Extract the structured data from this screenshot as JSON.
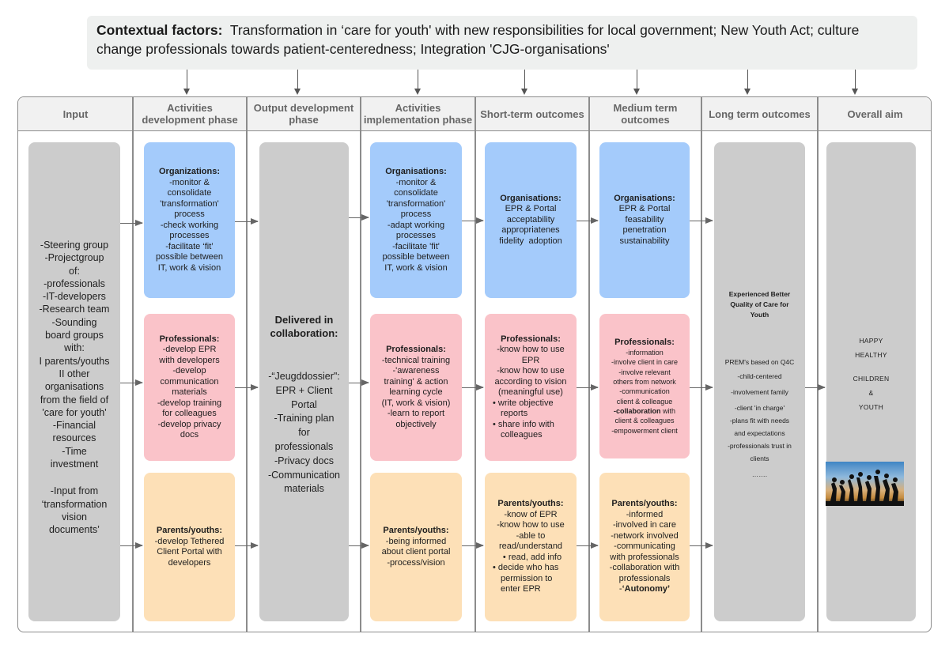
{
  "context": {
    "label": "Contextual factors:",
    "text": "Transformation in ‘care for youth' with new responsibilities for local government; New Youth Act; culture change professionals towards patient-centeredness; Integration 'CJG-organisations'"
  },
  "columns": [
    {
      "header": "Input"
    },
    {
      "header": "Activities development phase"
    },
    {
      "header": "Output development phase"
    },
    {
      "header": "Activities implementation phase"
    },
    {
      "header": "Short-term outcomes"
    },
    {
      "header": "Medium term outcomes"
    },
    {
      "header": "Long term outcomes"
    },
    {
      "header": "Overall aim"
    }
  ],
  "input": {
    "lines": [
      "-Steering group",
      "-Projectgroup",
      "of:",
      "-professionals",
      "-IT-developers",
      "-Research team",
      "-Sounding",
      "board groups",
      "with:",
      "I parents/youths",
      "II other",
      "organisations",
      "from the field of",
      "'care for youth'",
      "-Financial",
      "resources",
      "-Time",
      "investment"
    ],
    "lines2": [
      "-Input from",
      "‘transformation",
      "vision",
      "documents’"
    ]
  },
  "activities_development": {
    "organizations": {
      "title": "Organizations:",
      "lines": [
        "-monitor &",
        "consolidate",
        "'transformation'",
        "process",
        "-check working",
        "processes",
        "-facilitate ‘fit’",
        "possible between",
        "IT, work & vision"
      ]
    },
    "professionals": {
      "title": "Professionals:",
      "lines": [
        "-develop EPR",
        "with developers",
        "-develop",
        "communication",
        "materials",
        "-develop training",
        "for colleagues",
        "-develop privacy",
        "docs"
      ]
    },
    "parents": {
      "title": "Parents/youths:",
      "lines": [
        "-develop Tethered",
        "Client Portal with",
        "developers"
      ]
    }
  },
  "output_development": {
    "title": "Delivered in collaboration:",
    "lines": [
      "-“Jeugddossier\":",
      "EPR + Client",
      "Portal",
      "-Training plan",
      "for",
      "professionals",
      "-Privacy docs",
      "-Communication",
      "materials"
    ]
  },
  "activities_implementation": {
    "organisations": {
      "title": "Organisations:",
      "lines": [
        "-monitor &",
        "consolidate",
        "'transformation'",
        "process",
        "-adapt working",
        "processes",
        "-facilitate 'fit'",
        "possible between",
        "IT, work & vision"
      ]
    },
    "professionals": {
      "title": "Professionals:",
      "lines": [
        "-technical training",
        "-'awareness",
        "training' & action",
        "learning cycle",
        "(IT, work & vision)",
        "-learn to report",
        "objectively"
      ]
    },
    "parents": {
      "title": "Parents/youths:",
      "lines": [
        "-being informed",
        "about client portal",
        "-process/vision"
      ]
    }
  },
  "short_term": {
    "organisations": {
      "title": "Organisations:",
      "lines": [
        "EPR & Portal",
        "acceptability",
        "appropriatenes",
        "fidelity  adoption"
      ]
    },
    "professionals": {
      "title": "Professionals:",
      "lines": [
        "-know how to use",
        "EPR",
        "-know how to use",
        "according to vision",
        "(meaningful use)"
      ],
      "bullets": [
        "write objective reports",
        "share info with colleagues"
      ]
    },
    "parents": {
      "title": "Parents/youths:",
      "lines": [
        "-know of EPR",
        "-know how to use",
        "-able to",
        "read/understand"
      ],
      "bullets": [
        "read, add info",
        "decide who has permission to enter EPR"
      ]
    }
  },
  "medium_term": {
    "organisations": {
      "title": "Organisations:",
      "lines": [
        "EPR & Portal",
        "feasability",
        "penetration",
        "sustainability"
      ]
    },
    "professionals": {
      "title": "Professionals:",
      "lines": [
        "-information",
        "-involve client in care",
        "-involve relevant",
        "others from network",
        "-communication",
        "client & colleague"
      ],
      "collab_bold": "-collaboration",
      "collab_rest": " with",
      "lines2": [
        "client & colleagues",
        "-empowerment client"
      ]
    },
    "parents": {
      "title": "Parents/youths:",
      "lines": [
        "-informed",
        "-involved in care",
        "-network involved",
        "-communicating",
        "with professionals",
        "-collaboration with",
        "professionals"
      ],
      "autonomy_prefix": "-",
      "autonomy": "‘Autonomy’"
    }
  },
  "long_term": {
    "title": "Experienced Better Quality of Care for Youth",
    "prem": "PREM's based on Q4C",
    "lines": [
      "-child-centered",
      "-involvement family",
      "-client 'in charge'",
      "-plans fit with needs",
      "and expectations",
      "-professionals trust in",
      "clients",
      "……."
    ]
  },
  "overall_aim": {
    "lines": [
      "HAPPY",
      "HEALTHY",
      "",
      "CHILDREN",
      "&",
      "YOUTH"
    ],
    "image_alt": "silhouettes of children jumping at sunset"
  },
  "colors": {
    "gray_box": "#cccccc",
    "blue_box": "#a4cbfb",
    "pink_box": "#fac3c9",
    "peach_box": "#fde0b7",
    "context_bg": "#eef0ef",
    "header_bg": "#f1f1f1"
  }
}
